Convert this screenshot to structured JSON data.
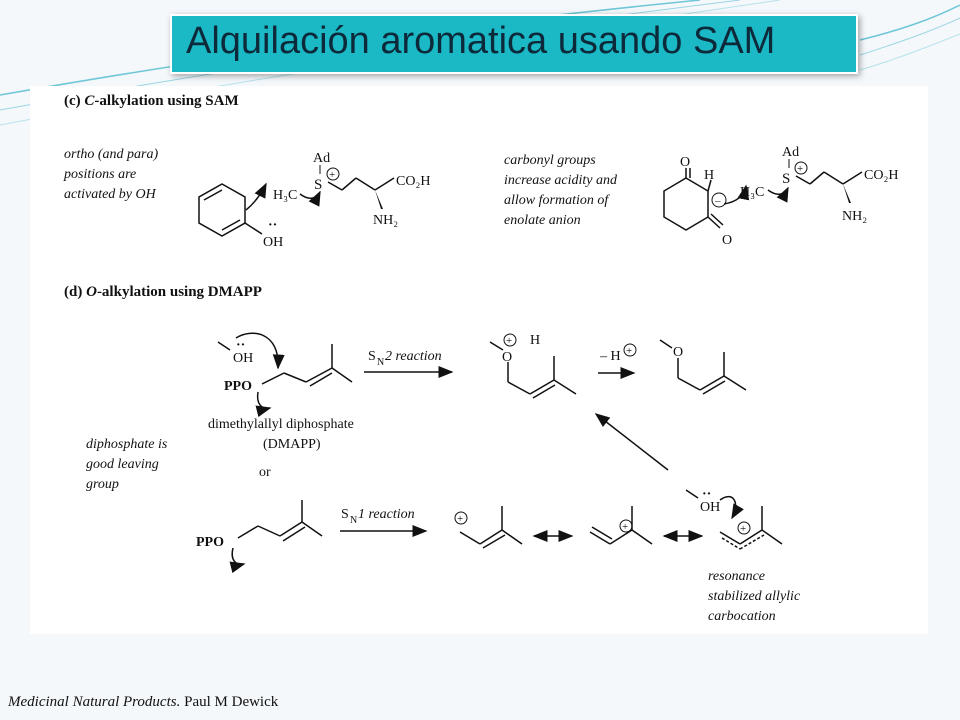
{
  "slide": {
    "title": "Alquilación aromatica usando SAM",
    "footer_source": "Medicinal Natural Products.",
    "footer_author": "Paul M Dewick"
  },
  "figure": {
    "section_c": {
      "letter": "(c)",
      "c": "C",
      "rest": "-alkylation using SAM"
    },
    "section_d": {
      "letter": "(d)",
      "o": "O",
      "rest": "-alkylation using DMAPP"
    },
    "note_ortho": [
      "ortho (and para)",
      "positions are",
      "activated by OH"
    ],
    "note_carbonyl": [
      "carbonyl groups",
      "increase acidity and",
      "allow formation of",
      "enolate anion"
    ],
    "note_diphosphate": [
      "diphosphate is",
      "good leaving",
      "group"
    ],
    "note_resonance": [
      "resonance",
      "stabilized allylic",
      "carbocation"
    ],
    "dmapp_name": "dimethylallyl diphosphate",
    "dmapp_abbr": "(DMAPP)",
    "or": "or",
    "sn2_label": "2 reaction",
    "sn1_label": "1 reaction",
    "minus_h": "– H",
    "labels": {
      "ad": "Ad",
      "h": "H",
      "h3c": "H₃C",
      "s": "S",
      "co2h": "CO₂H",
      "nh2": "NH₂",
      "oh": "OH",
      "o": "O",
      "ppo": "PPO",
      "plus": "+",
      "minus": "–",
      "sn": "S",
      "n": "N"
    }
  }
}
